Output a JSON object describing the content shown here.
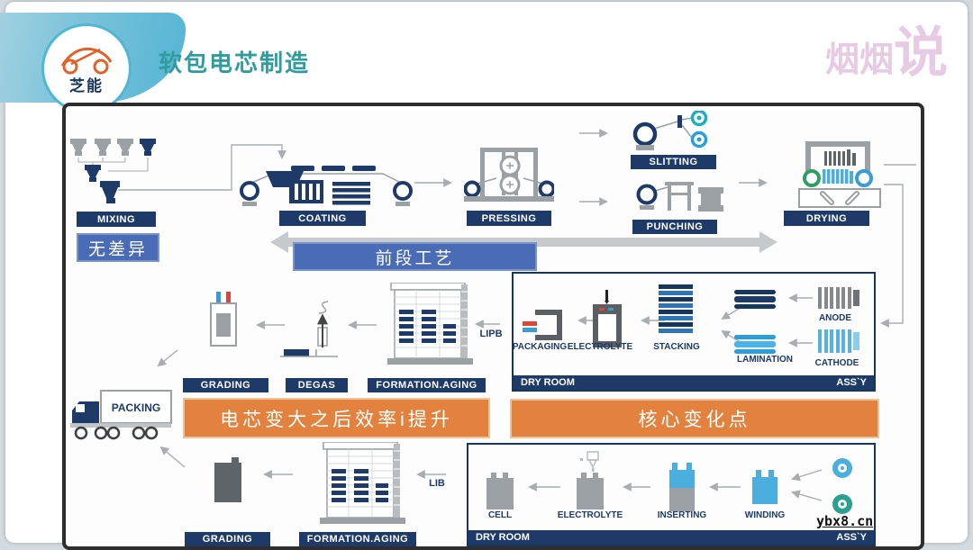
{
  "header": {
    "logo_text": "芝能",
    "title": "软包电芯制造",
    "watermark_part1": "烟烟",
    "watermark_part2": "说"
  },
  "site_watermark": "ybx8.cn",
  "banners": {
    "no_difference": "无差异",
    "front_stage": "前段工艺",
    "pouch_efficiency": "电芯变大之后效率i提升",
    "core_change": "核心变化点"
  },
  "stages": {
    "mixing": "MIXING",
    "coating": "COATING",
    "pressing": "PRESSING",
    "slitting": "SLITTING",
    "punching": "PUNCHING",
    "drying": "DRYING",
    "grading": "GRADING",
    "degas": "DEGAS",
    "formation_aging": "FORMATION.AGING",
    "packing": "PACKING",
    "packaging": "PACKAGING",
    "electrolyte": "ELECTROLYTE",
    "stacking": "STACKING",
    "lamination": "LAMINATION",
    "anode": "ANODE",
    "cathode": "CATHODE",
    "cell": "CELL",
    "inserting": "INSERTING",
    "winding": "WINDING",
    "dry_room": "DRY ROOM",
    "assy": "ASS`Y",
    "lipb": "LIPB",
    "lib": "LIB"
  },
  "colors": {
    "navy": "#1d3a68",
    "royal_blue": "#4a6cb6",
    "orange": "#e2823e",
    "title_teal": "#2f9d9d",
    "watermark_pink": "#e7cbe3",
    "light_blue": "#4aaede",
    "teal": "#2aa08e",
    "gray": "#9aa0a4"
  }
}
